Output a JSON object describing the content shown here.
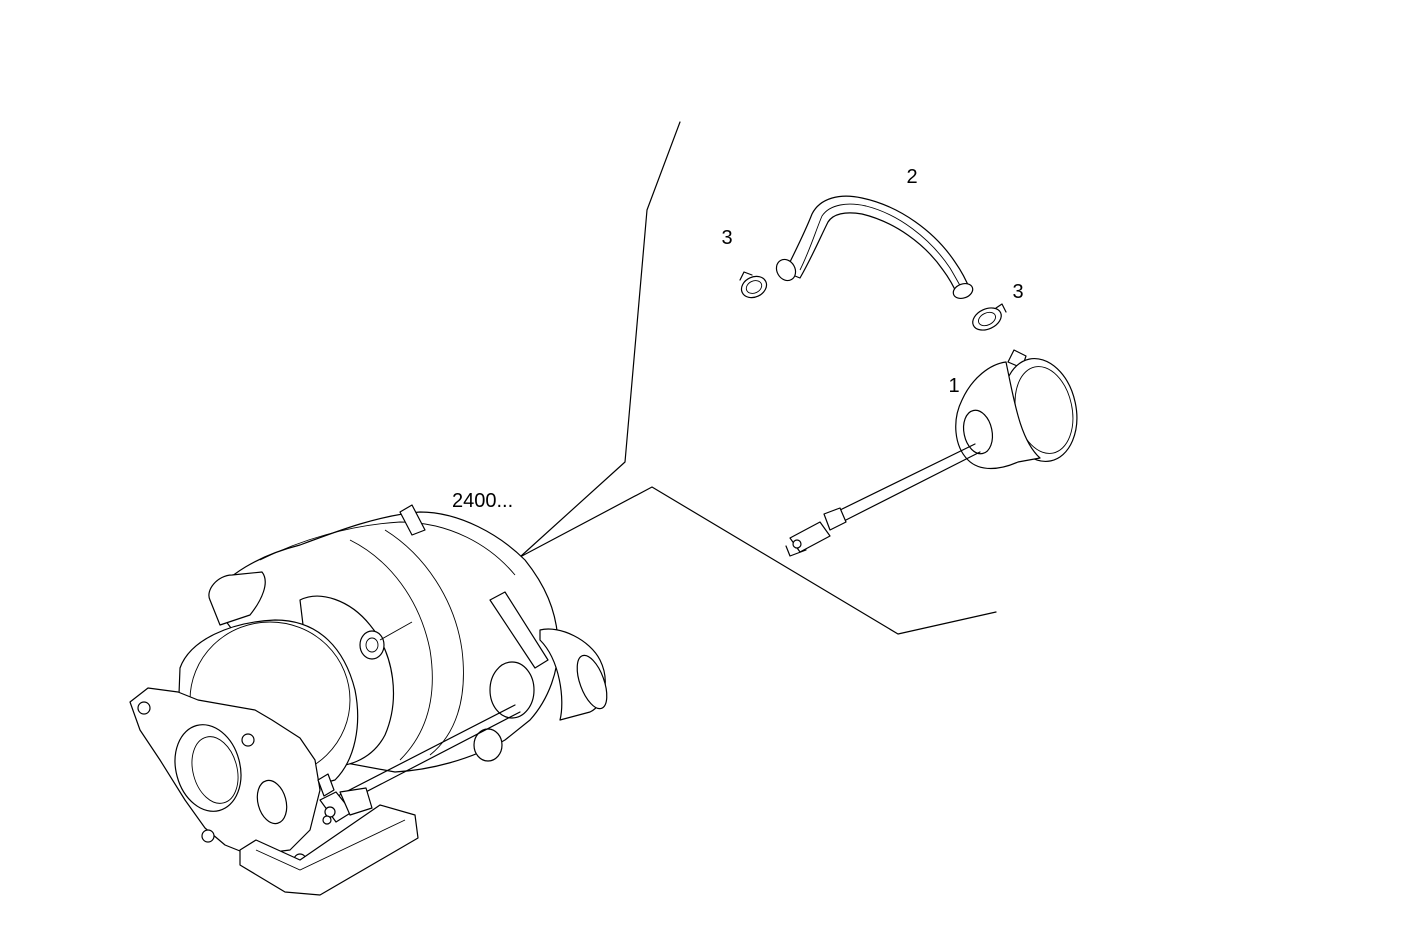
{
  "diagram": {
    "labels": {
      "part_1": "1",
      "part_2": "2",
      "part_3_left": "3",
      "part_3_right": "3",
      "assembly_ref": "2400..."
    },
    "parts": [
      {
        "ref": "1",
        "name": "wastegate-actuator"
      },
      {
        "ref": "2",
        "name": "hose"
      },
      {
        "ref": "3",
        "name": "hose-clamp"
      }
    ],
    "colors": {
      "line": "#000000",
      "background": "#ffffff"
    }
  }
}
